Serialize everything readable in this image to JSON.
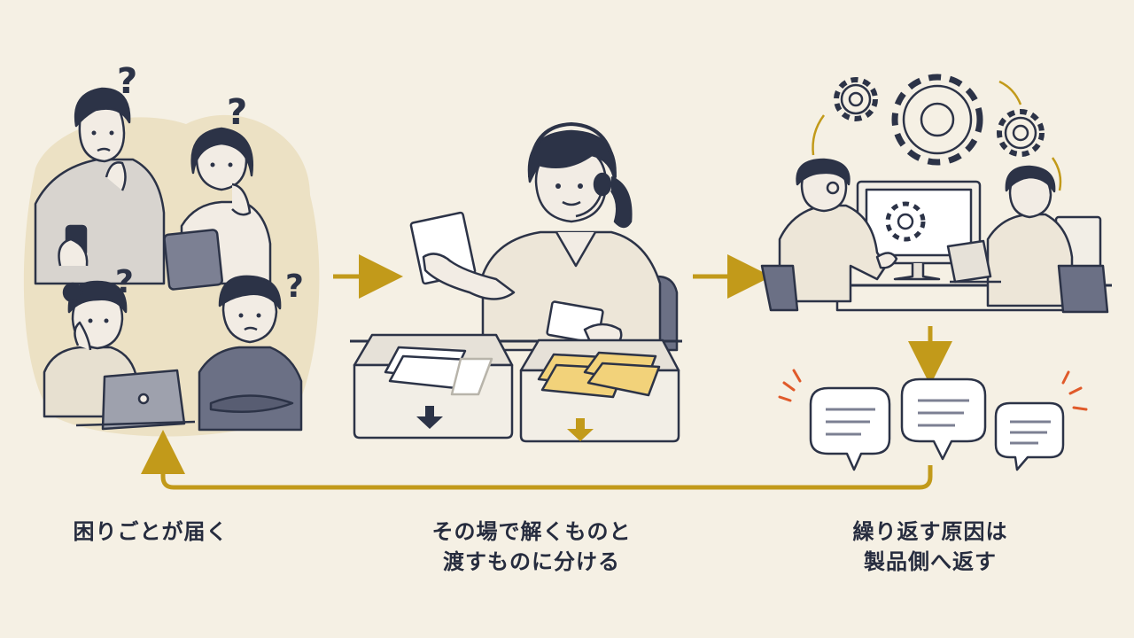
{
  "steps": [
    {
      "id": "receive",
      "caption": [
        "困りごとが届く"
      ]
    },
    {
      "id": "triage",
      "caption": [
        "その場で解くものと",
        "渡すものに分ける"
      ]
    },
    {
      "id": "feedback",
      "caption": [
        "繰り返す原因は",
        "製品側へ返す"
      ]
    }
  ],
  "icons": {
    "question": "question-mark-icon",
    "gear": "gear-icon",
    "bubble": "speech-bubble-icon",
    "arrow": "flow-arrow-icon"
  },
  "colors": {
    "background": "#f5f0e4",
    "ink": "#2c3347",
    "accent": "#c29a1a",
    "paper_yellow": "#f2d27a",
    "spark": "#e05a2a",
    "shadow_blob": "#ece1c4"
  }
}
